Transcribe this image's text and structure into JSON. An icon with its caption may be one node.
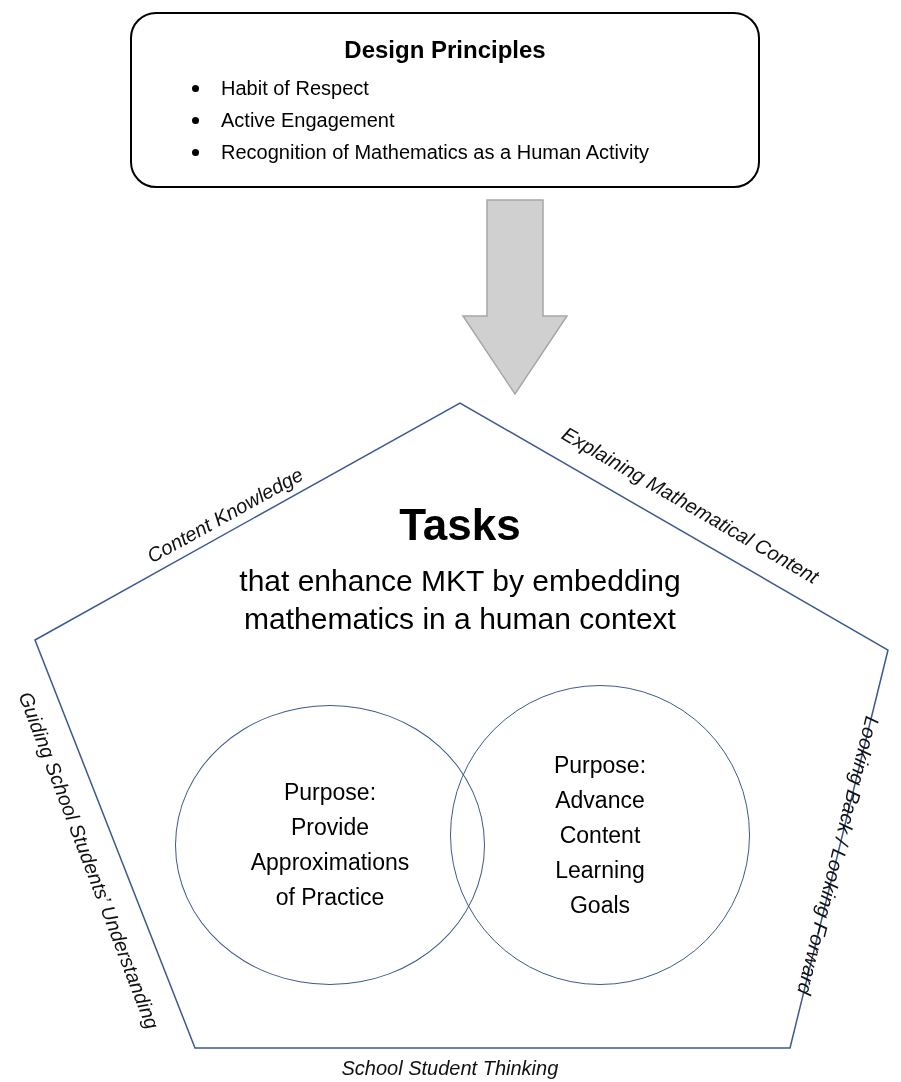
{
  "diagram": {
    "nodes": [
      {
        "text": [
          "Design Principles",
          "Habit of Respect",
          "Active Engagement",
          "Recognition of Mathematics as a Human Activity"
        ]
      },
      {
        "text": [
          "Tasks",
          "that enhance MKT by embedding mathematics in a human context"
        ],
        "beside": [
          "Content Knowledge",
          "Explaining Mathematical Content",
          "Guiding School Students’ Understanding",
          "Looking Back / Looking Forward",
          "School Student Thinking"
        ]
      },
      {
        "text": [
          "Purpose: Provide Approximations of Practice"
        ],
        "in": 1
      },
      {
        "text": [
          "Purpose: Advance Content Learning Goals"
        ],
        "in": 1
      }
    ],
    "edges": [
      {
        "from": 0,
        "to": 1,
        "arrow": "to",
        "style": "thick",
        "color": "#d0d0d0"
      }
    ]
  }
}
